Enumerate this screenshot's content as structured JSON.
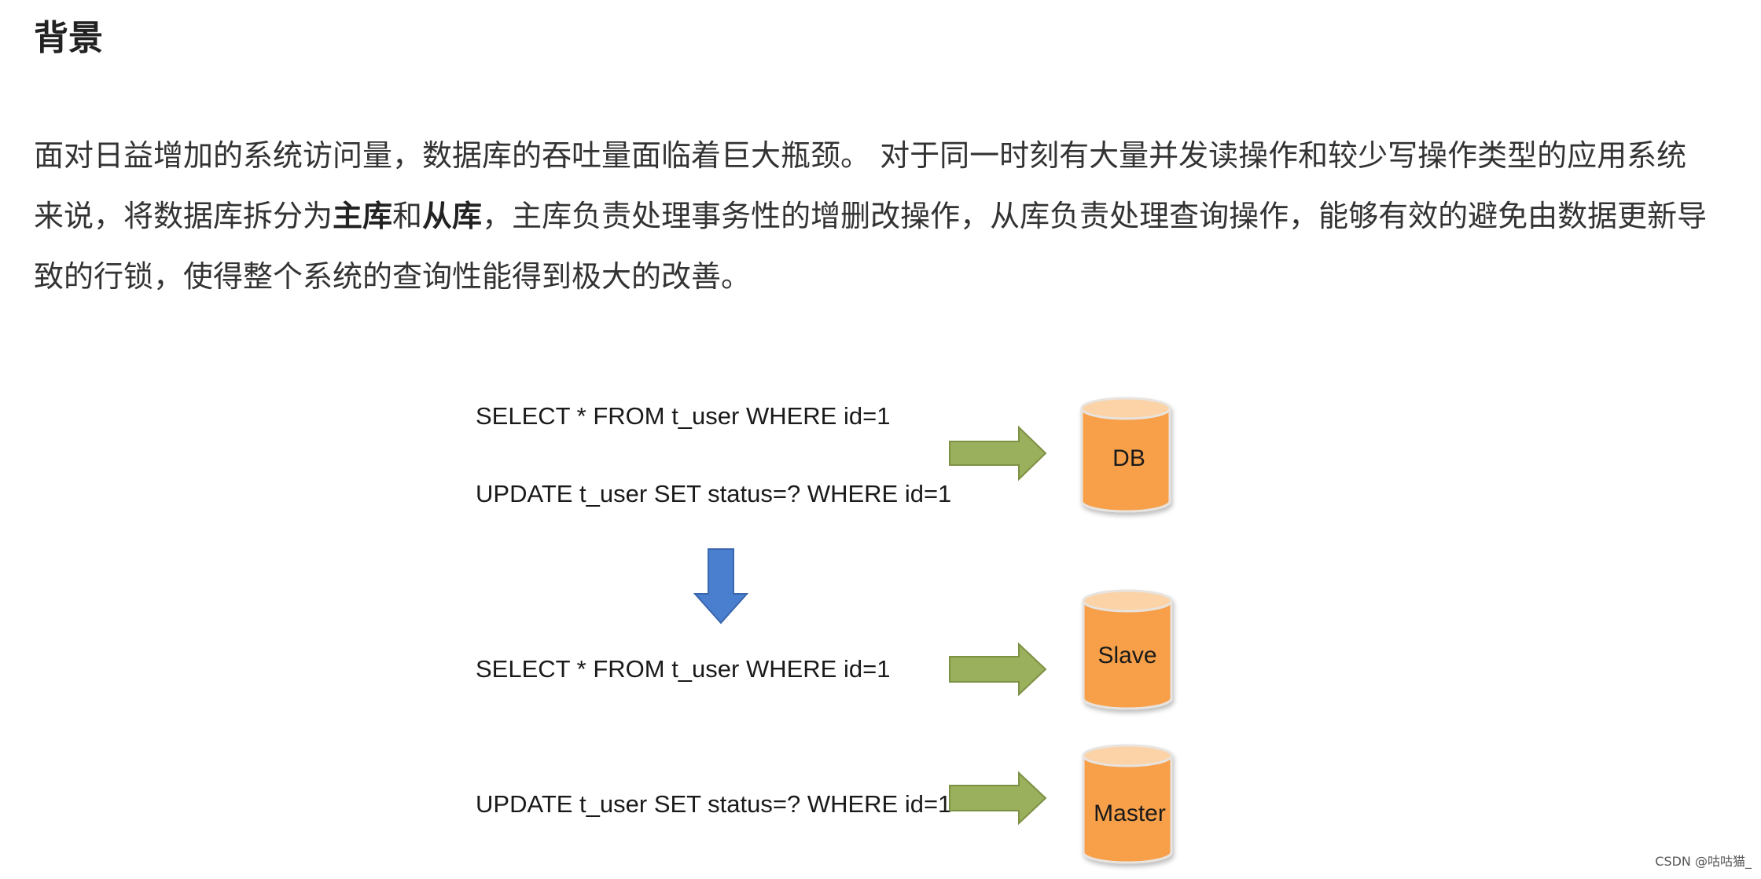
{
  "heading": "背景",
  "paragraph": {
    "part1": "面对日益增加的系统访问量，数据库的吞吐量面临着巨大瓶颈。 对于同一时刻有大量并发读操作和较少写操作类型的应用系统来说，将数据库拆分为",
    "bold1": "主库",
    "part2": "和",
    "bold2": "从库",
    "part3": "，主库负责处理事务性的增删改操作，从库负责处理查询操作，能够有效的避免由数据更新导致的行锁，使得整个系统的查询性能得到极大的改善。"
  },
  "diagram": {
    "before": {
      "select_sql": "SELECT * FROM t_user WHERE id=1",
      "update_sql": "UPDATE t_user SET status=? WHERE id=1",
      "db_label": "DB"
    },
    "after": {
      "select_sql": "SELECT * FROM t_user WHERE id=1",
      "slave_label": "Slave",
      "update_sql": "UPDATE t_user SET status=? WHERE id=1",
      "master_label": "Master"
    },
    "colors": {
      "cylinder_body": "#F7A04A",
      "cylinder_top": "#FBD3A6",
      "cylinder_stroke": "#E8E3DE",
      "green_arrow": "#9BB05C",
      "green_arrow_stroke": "#7D9145",
      "blue_arrow": "#4A7ECF",
      "blue_arrow_stroke": "#3A67AE"
    }
  },
  "watermark": "CSDN @咕咕猫_"
}
